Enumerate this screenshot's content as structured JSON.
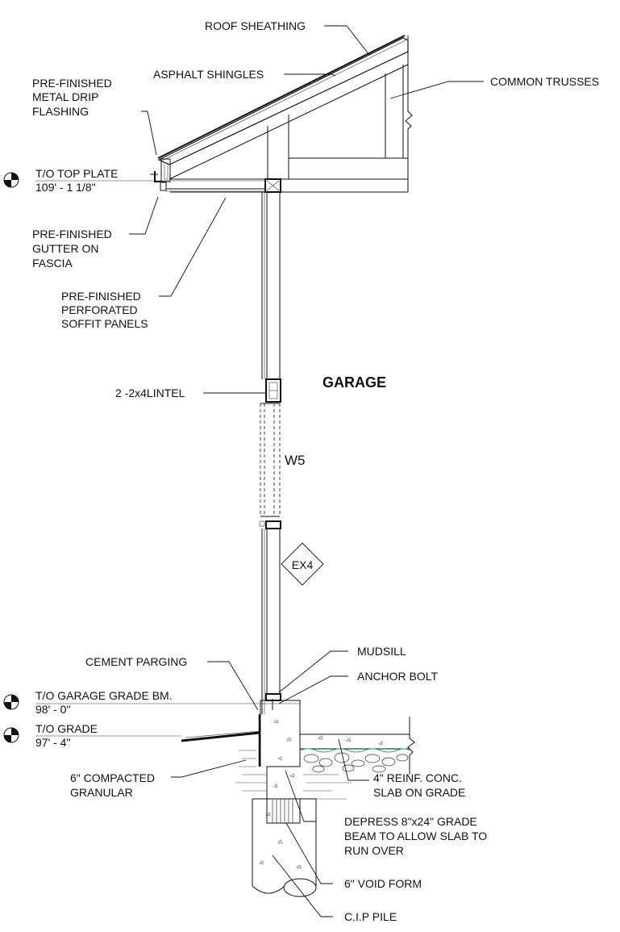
{
  "labels": {
    "roof_sheathing": "ROOF SHEATHING",
    "asphalt_shingles": "ASPHALT SHINGLES",
    "common_trusses": "COMMON TRUSSES",
    "drip_flashing": [
      "PRE-FINISHED",
      "METAL DRIP",
      "FLASHING"
    ],
    "gutter": [
      "PRE-FINISHED",
      "GUTTER ON",
      "FASCIA"
    ],
    "soffit": [
      "PRE-FINISHED",
      "PERFORATED",
      "SOFFIT PANELS"
    ],
    "lintel": "2 -2x4LINTEL",
    "room": "GARAGE",
    "window_tag": "W5",
    "wall_tag": "EX4",
    "cement_parging": "CEMENT PARGING",
    "mudsill": "MUDSILL",
    "anchor_bolt": "ANCHOR BOLT",
    "compacted_granular": [
      "6\" COMPACTED",
      "GRANULAR"
    ],
    "slab": [
      "4\" REINF. CONC.",
      "SLAB ON GRADE"
    ],
    "depress": [
      "DEPRESS 8\"x24\" GRADE",
      "BEAM TO ALLOW SLAB TO",
      "RUN OVER"
    ],
    "void_form": "6\" VOID FORM",
    "pile": "C.I.P PILE"
  },
  "elevations": [
    {
      "name": "T/O TOP PLATE",
      "value": "109' - 1 1/8\""
    },
    {
      "name": "T/O GARAGE GRADE BM.",
      "value": "98' - 0\""
    },
    {
      "name": "T/O GRADE",
      "value": "97' - 4\""
    }
  ]
}
